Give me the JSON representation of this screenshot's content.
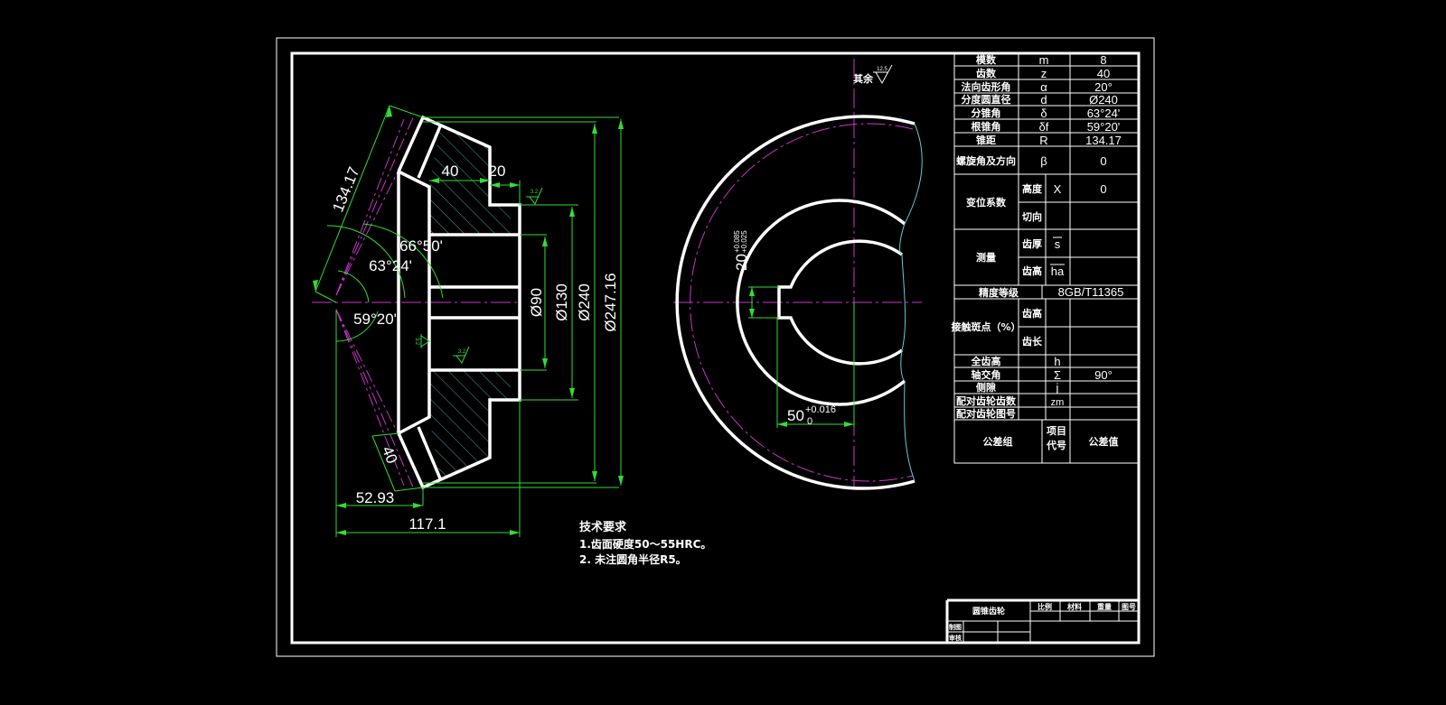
{
  "colors": {
    "background": "#000000",
    "outline": "#ffffff",
    "dimension": "#33dd33",
    "centerline": "#cc33cc",
    "hatch": "#66cccc"
  },
  "section_view": {
    "dims": {
      "cone_distance": "134.17",
      "tooth_width": "40",
      "hub_width": "20",
      "face_angle": "66°50'",
      "pitch_angle": "63°24'",
      "root_angle": "59°20'",
      "d_bore": "Ø90",
      "d_hub": "Ø130",
      "d_pitch": "Ø240",
      "d_tip": "Ø247.16",
      "face_width_bottom": "40",
      "mounting_distance_small": "52.93",
      "mounting_distance": "117.1"
    },
    "roughness": [
      "3.2",
      "3.2",
      "3.2"
    ]
  },
  "end_view": {
    "keyway_width": "20",
    "keyway_width_tol_upper": "+0.085",
    "keyway_width_tol_lower": "+0.025",
    "keyway_depth": "50",
    "keyway_depth_tol_upper": "+0.016",
    "keyway_depth_tol_lower": "0"
  },
  "general_roughness": {
    "label": "其余",
    "value": "12.5"
  },
  "param_table": {
    "rows": [
      {
        "name": "模数",
        "symbol": "m",
        "value": "8"
      },
      {
        "name": "齿数",
        "symbol": "z",
        "value": "40"
      },
      {
        "name": "法向齿形角",
        "symbol": "α",
        "value": "20°"
      },
      {
        "name": "分度圆直径",
        "symbol": "d",
        "value": "Ø240"
      },
      {
        "name": "分锥角",
        "symbol": "δ",
        "value": "63°24'"
      },
      {
        "name": "根锥角",
        "symbol": "δf",
        "value": "59°20'"
      },
      {
        "name": "锥距",
        "symbol": "R",
        "value": "134.17"
      }
    ],
    "helix": {
      "name": "螺旋角及方向",
      "symbol": "β",
      "value": "0"
    },
    "shift": {
      "name": "变位系数",
      "sub1": "高度",
      "sym1": "X",
      "val1": "0",
      "sub2": "切向"
    },
    "measure": {
      "name": "测量",
      "sub1": "齿厚",
      "sym1": "s",
      "sub2": "齿高",
      "sym2": "ha"
    },
    "accuracy": {
      "name": "精度等级",
      "value": "8GB/T11365"
    },
    "contact": {
      "name": "接触斑点（%）",
      "sub1": "齿高",
      "sub2": "齿长"
    },
    "rows2": [
      {
        "name": "全齿高",
        "symbol": "h",
        "value": ""
      },
      {
        "name": "轴交角",
        "symbol": "Σ",
        "value": "90°"
      },
      {
        "name": "侧隙",
        "symbol": "j",
        "value": ""
      },
      {
        "name": "配对齿轮齿数",
        "symbol": "zm",
        "value": ""
      },
      {
        "name": "配对齿轮图号",
        "symbol": "",
        "value": ""
      }
    ],
    "tolerance": {
      "name": "公差组",
      "code": "项目代号",
      "value": "公差值"
    }
  },
  "tech_requirements": {
    "title": "技术要求",
    "items": [
      "1.齿面硬度50～55HRC。",
      "2. 未注圆角半径R5。"
    ]
  },
  "title_block": {
    "part_name": "圆锥齿轮",
    "headers": [
      "比例",
      "材料",
      "重量",
      "图号"
    ],
    "rows": [
      "制图",
      "审核"
    ]
  }
}
